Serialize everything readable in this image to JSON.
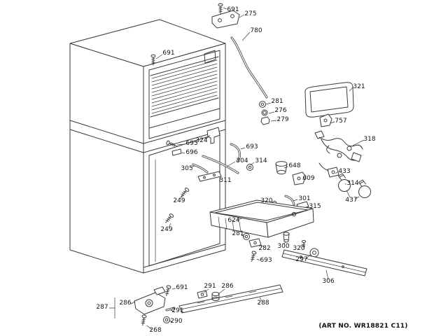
{
  "page": {
    "background": "#ffffff",
    "line_color": "#3a3a3a",
    "text_color": "#111111",
    "description": "Exploded parts line diagram of a top-freezer refrigerator fresh food section"
  },
  "footer": {
    "art_no": "(ART NO. WR18821 C11)"
  },
  "labels": [
    {
      "id": "691-top-screw",
      "text": "691"
    },
    {
      "id": "275-top-hinge-bracket",
      "text": "275"
    },
    {
      "id": "780-water-tube",
      "text": "780"
    },
    {
      "id": "691-top-left-screw",
      "text": "691"
    },
    {
      "id": "321-tray",
      "text": "321"
    },
    {
      "id": "281-fitting-upper",
      "text": "281"
    },
    {
      "id": "276-seal",
      "text": "276"
    },
    {
      "id": "279-nut",
      "text": "279"
    },
    {
      "id": "757-clip",
      "text": "757"
    },
    {
      "id": "318-wire-harness",
      "text": "318"
    },
    {
      "id": "695-screw",
      "text": "695"
    },
    {
      "id": "324-fill-cup",
      "text": "324"
    },
    {
      "id": "696-sleeve",
      "text": "696"
    },
    {
      "id": "693-tube-upper",
      "text": "693"
    },
    {
      "id": "304-fill-tube",
      "text": "304"
    },
    {
      "id": "314-grommet-upper",
      "text": "314"
    },
    {
      "id": "648-cup",
      "text": "648"
    },
    {
      "id": "305-tube",
      "text": "305"
    },
    {
      "id": "609-bracket",
      "text": "609"
    },
    {
      "id": "433-lamp-socket",
      "text": "433"
    },
    {
      "id": "314-grommet-right",
      "text": "314"
    },
    {
      "id": "437-lamp-bulbs",
      "text": "437"
    },
    {
      "id": "311-support",
      "text": "311"
    },
    {
      "id": "320-stud-upper",
      "text": "320"
    },
    {
      "id": "301-elbow",
      "text": "301"
    },
    {
      "id": "315-clip",
      "text": "315"
    },
    {
      "id": "249-screw-upper",
      "text": "249"
    },
    {
      "id": "624-pan",
      "text": "624"
    },
    {
      "id": "249-screw-lower",
      "text": "249"
    },
    {
      "id": "281-grommet-lower",
      "text": "281"
    },
    {
      "id": "282-bracket",
      "text": "282"
    },
    {
      "id": "300-fitting",
      "text": "300"
    },
    {
      "id": "320-stud-lower",
      "text": "320"
    },
    {
      "id": "297-washer",
      "text": "297"
    },
    {
      "id": "693-screw-lower",
      "text": "693"
    },
    {
      "id": "306-door-rail",
      "text": "306"
    },
    {
      "id": "691-bottom-screw",
      "text": "691"
    },
    {
      "id": "291-cam-upper",
      "text": "291"
    },
    {
      "id": "286-cam-upper",
      "text": "286"
    },
    {
      "id": "287-hinge-group",
      "text": "287"
    },
    {
      "id": "286-hinge-plate",
      "text": "286"
    },
    {
      "id": "291-pin-lower",
      "text": "291"
    },
    {
      "id": "290-washer",
      "text": "290"
    },
    {
      "id": "268-screw",
      "text": "268"
    },
    {
      "id": "288-front-rail",
      "text": "288"
    }
  ]
}
